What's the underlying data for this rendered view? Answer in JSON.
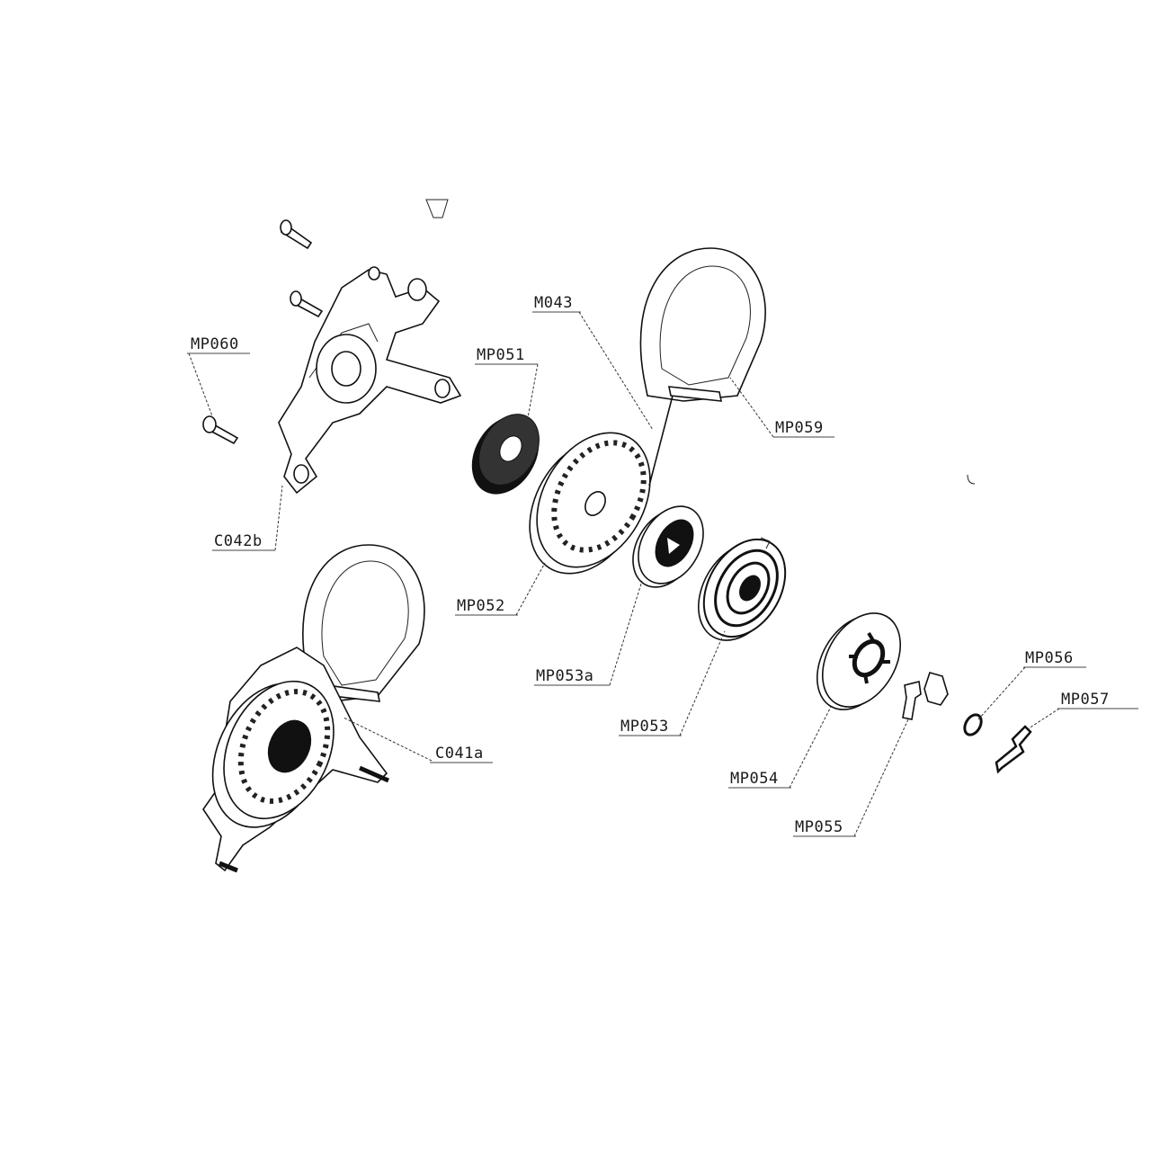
{
  "labels": {
    "mp060": "MP060",
    "c042b": "C042b",
    "mp051": "MP051",
    "m043": "M043",
    "mp059": "MP059",
    "mp052": "MP052",
    "mp053a": "MP053a",
    "mp053": "MP053",
    "c041a": "C041a",
    "mp054": "MP054",
    "mp055": "MP055",
    "mp056": "MP056",
    "mp057": "MP057"
  }
}
